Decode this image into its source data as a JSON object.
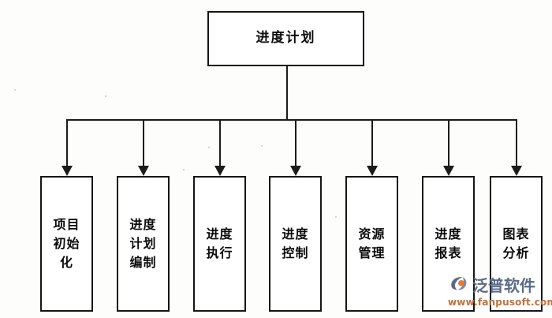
{
  "diagram": {
    "title": "进度计划",
    "root": {
      "label": "进度计划"
    },
    "leaves": [
      {
        "id": "project-initialization",
        "label": "项目初始化"
      },
      {
        "id": "schedule-plan-preparation",
        "label": "进度计划编制"
      },
      {
        "id": "schedule-execution",
        "label": "进度执行"
      },
      {
        "id": "schedule-control",
        "label": "进度控制"
      },
      {
        "id": "resource-management",
        "label": "资源管理"
      },
      {
        "id": "schedule-report",
        "label": "进度报表"
      },
      {
        "id": "chart-analysis",
        "label": "图表分析"
      }
    ]
  },
  "watermark": {
    "brand": "泛普软件",
    "url": "www.fanpusoft.com",
    "brand_color": "#5a6b86",
    "url_color": "#c2703a",
    "logo_accent": "#e07b39"
  },
  "colors": {
    "ink": "#1b1b1b",
    "paper": "#fdfdfc"
  }
}
